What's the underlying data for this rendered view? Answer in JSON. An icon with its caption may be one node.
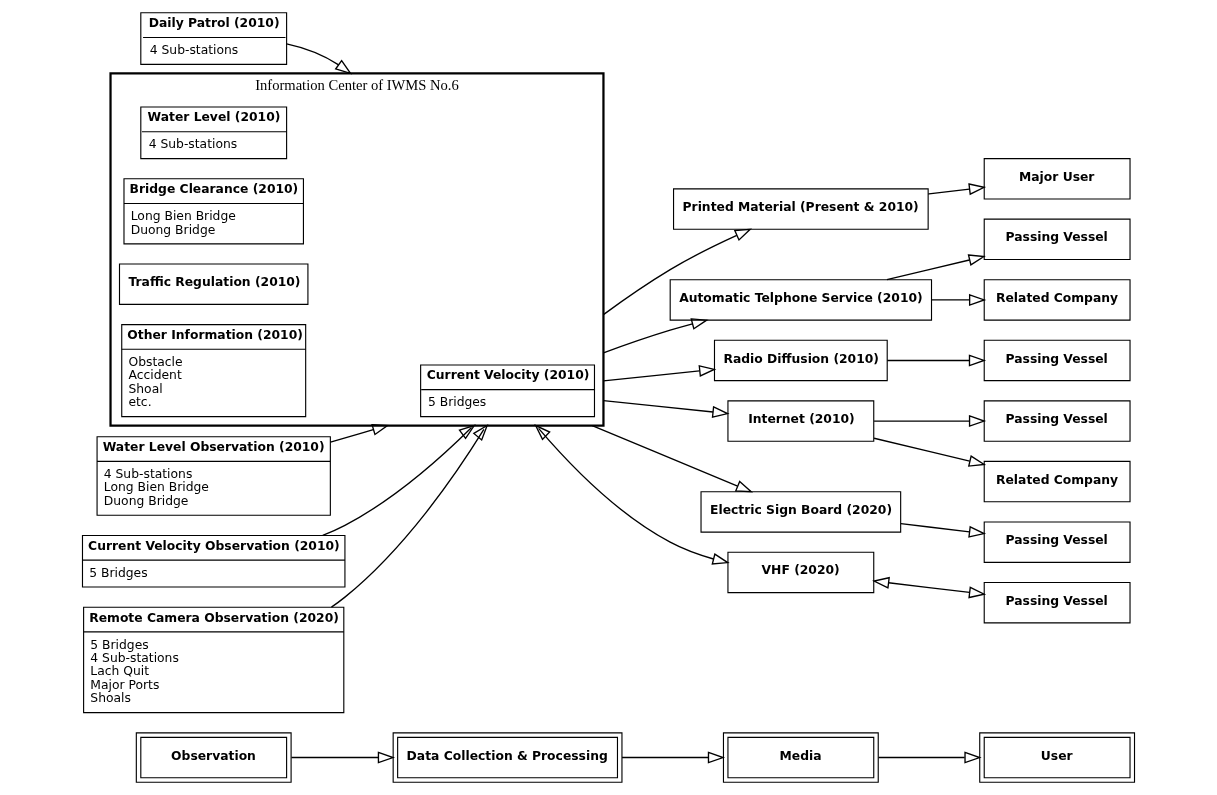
{
  "diagram": {
    "nodes": [
      {
        "text": [
          "Observation"
        ]
      },
      {
        "text": [
          "Data Collection & Processing"
        ]
      },
      {
        "text": [
          "Media"
        ]
      },
      {
        "text": [
          "User"
        ]
      },
      {
        "text": [
          "Daily Patrol (2010)",
          "4 Sub-stations"
        ]
      },
      {
        "text": [
          "Water Level Observation (2010)",
          "4 Sub-stations",
          "Long Bien Bridge",
          "Duong Bridge"
        ]
      },
      {
        "text": [
          "Current Velocity Observation (2010)",
          "5 Bridges"
        ]
      },
      {
        "text": [
          "Remote Camera Observation (2020)",
          "5 Bridges",
          "4 Sub-stations",
          "Lach Quit",
          "Major Ports",
          "Shoals"
        ]
      },
      {
        "text": [
          "Information Center of IWMS No.6"
        ]
      },
      {
        "text": [
          "Water Level (2010)",
          "4 Sub-stations"
        ],
        "in": 8
      },
      {
        "text": [
          "Bridge Clearance (2010)",
          "Long Bien Bridge",
          "Duong Bridge"
        ],
        "in": 8
      },
      {
        "text": [
          "Current Velocity (2010)",
          "5 Bridges"
        ],
        "in": 8
      },
      {
        "text": [
          "Traffic Regulation (2010)"
        ],
        "in": 8
      },
      {
        "text": [
          "Other Information (2010)",
          "Obstacle",
          "Accident",
          "Shoal",
          "etc."
        ],
        "in": 8
      },
      {
        "text": [
          "Printed Material (Present & 2010)"
        ]
      },
      {
        "text": [
          "Automatic Telphone Service (2010)"
        ]
      },
      {
        "text": [
          "Radio Diffusion (2010)"
        ]
      },
      {
        "text": [
          "Internet (2010)"
        ]
      },
      {
        "text": [
          "Electric Sign Board (2020)"
        ]
      },
      {
        "text": [
          "VHF (2020)"
        ]
      },
      {
        "text": [
          "Major User"
        ]
      },
      {
        "text": [
          "Passing Vessel"
        ]
      },
      {
        "text": [
          "Related Company"
        ]
      },
      {
        "text": [
          "Passing Vessel"
        ]
      },
      {
        "text": [
          "Passing Vessel"
        ]
      },
      {
        "text": [
          "Related Company"
        ]
      },
      {
        "text": [
          "Passing Vessel"
        ]
      },
      {
        "text": [
          "Passing Vessel"
        ]
      }
    ],
    "edges": [
      {
        "from": 0,
        "to": 1,
        "arrow": "to"
      },
      {
        "from": 1,
        "to": 2,
        "arrow": "to"
      },
      {
        "from": 2,
        "to": 3,
        "arrow": "to"
      },
      {
        "from": 4,
        "to": 8,
        "arrow": "to"
      },
      {
        "from": 5,
        "to": 8,
        "arrow": "to"
      },
      {
        "from": 6,
        "to": 8,
        "arrow": "to"
      },
      {
        "from": 7,
        "to": 8,
        "arrow": "to"
      },
      {
        "from": 8,
        "to": 14,
        "arrow": "to"
      },
      {
        "from": 8,
        "to": 15,
        "arrow": "to"
      },
      {
        "from": 8,
        "to": 16,
        "arrow": "to"
      },
      {
        "from": 8,
        "to": 17,
        "arrow": "to"
      },
      {
        "from": 8,
        "to": 18,
        "arrow": "to"
      },
      {
        "from": 8,
        "to": 19,
        "arrow": "both"
      },
      {
        "from": 14,
        "to": 20,
        "arrow": "to"
      },
      {
        "from": 15,
        "to": 21,
        "arrow": "to"
      },
      {
        "from": 15,
        "to": 22,
        "arrow": "to"
      },
      {
        "from": 16,
        "to": 23,
        "arrow": "to"
      },
      {
        "from": 17,
        "to": 24,
        "arrow": "to"
      },
      {
        "from": 17,
        "to": 25,
        "arrow": "to"
      },
      {
        "from": 18,
        "to": 26,
        "arrow": "to"
      },
      {
        "from": 19,
        "to": 27,
        "arrow": "both"
      }
    ]
  }
}
